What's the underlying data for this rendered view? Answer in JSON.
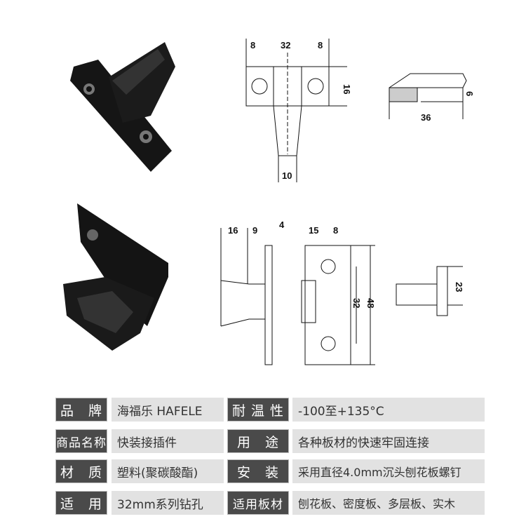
{
  "drawing_top": {
    "front_dims": [
      "8",
      "32",
      "8",
      "16",
      "10"
    ],
    "side_dims": [
      "6",
      "36"
    ]
  },
  "drawing_bottom": {
    "side_dims": [
      "16",
      "9",
      "4"
    ],
    "front_dims": [
      "15",
      "8",
      "32",
      "48"
    ],
    "end_dims": [
      "23"
    ]
  },
  "specs": [
    {
      "label": "品　牌",
      "value": "海福乐 HAFELE",
      "label2": "耐 温 性",
      "value2": "-100至+135°C"
    },
    {
      "label": "商品名称",
      "value": "快装接插件",
      "label2": "用　途",
      "value2": "各种板材的快速牢固连接"
    },
    {
      "label": "材　质",
      "value": "塑料(聚碳酸酯)",
      "label2": "安　装",
      "value2": "采用直径4.0mm沉头刨花板螺钉"
    },
    {
      "label": "适　用",
      "value": "32mm系列钻孔",
      "label2": "适用板材",
      "value2": "刨花板、密度板、多层板、实木"
    }
  ]
}
